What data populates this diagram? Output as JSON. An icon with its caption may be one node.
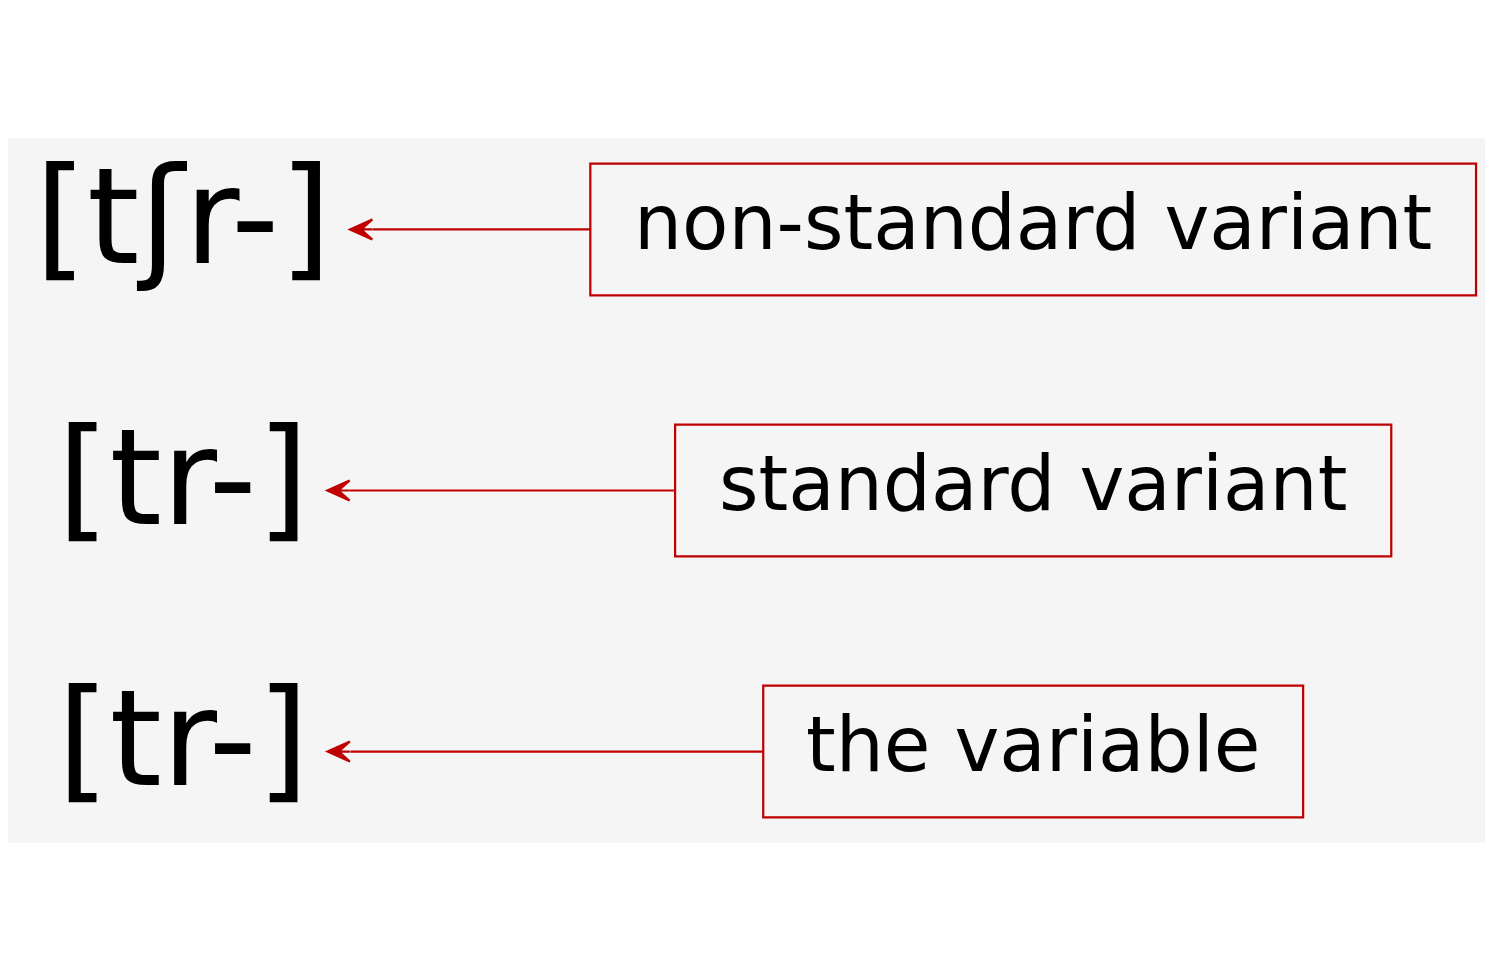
{
  "diagram": {
    "nodes": [
      {
        "text": [
          "[tr-]"
        ]
      },
      {
        "text": [
          "the variable"
        ]
      },
      {
        "text": [
          "[tr-]"
        ]
      },
      {
        "text": [
          "standard variant"
        ]
      },
      {
        "text": [
          "[tʃr-]"
        ]
      },
      {
        "text": [
          "non-standard variant"
        ]
      }
    ],
    "edges": [
      {
        "from": 1,
        "to": 0,
        "arrow": "to"
      },
      {
        "from": 3,
        "to": 2,
        "arrow": "to"
      },
      {
        "from": 5,
        "to": 4,
        "arrow": "to"
      }
    ]
  }
}
